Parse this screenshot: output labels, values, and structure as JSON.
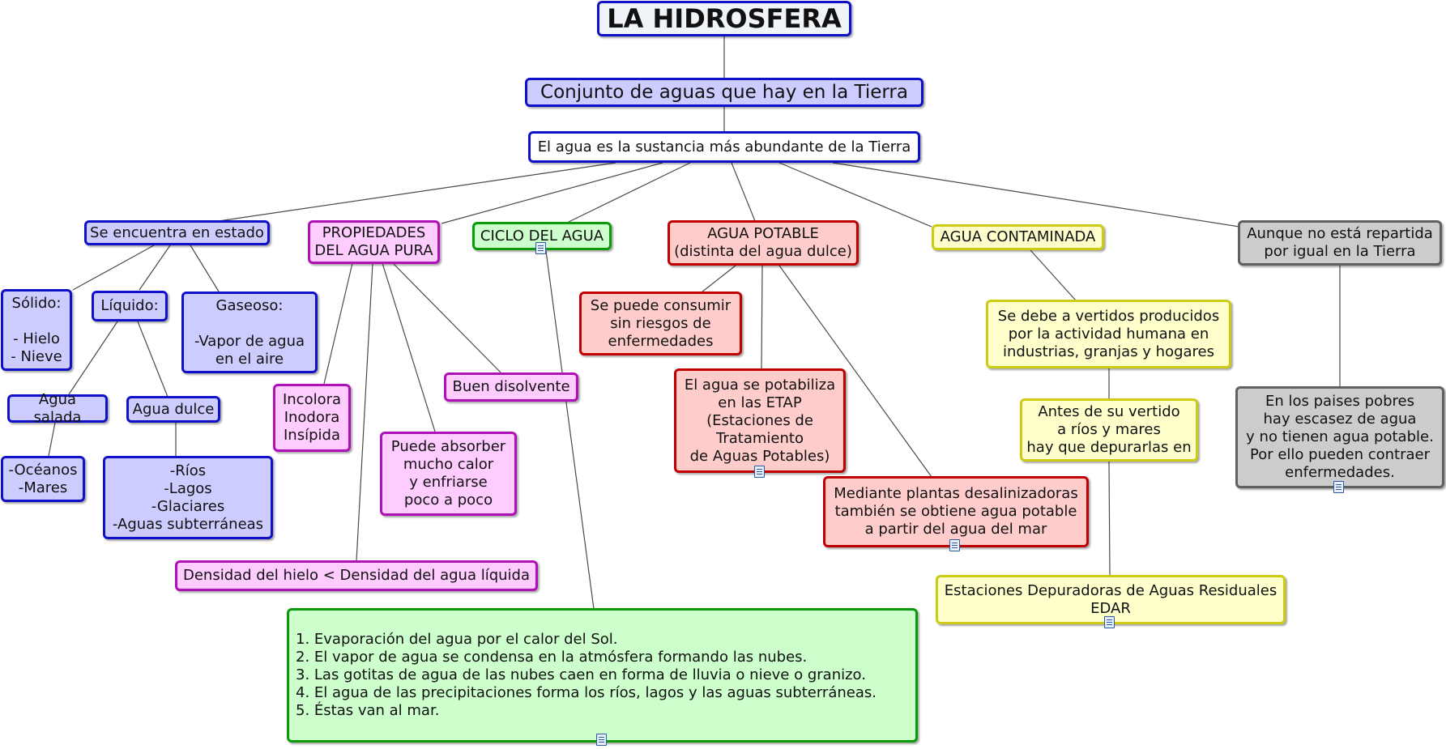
{
  "title": "LA HIDROSFERA",
  "nodes": {
    "conjunto": "Conjunto de aguas que hay en la Tierra",
    "sustancia": "El agua es la sustancia más abundante de la Tierra",
    "estado": "Se encuentra en estado",
    "solido": "Sólido:\n\n- Hielo\n- Nieve",
    "liquido": "Líquido:",
    "gaseoso": "Gaseoso:\n\n-Vapor de agua\nen el aire",
    "agua_salada": "Agua salada",
    "agua_dulce": "Agua dulce",
    "oceanos": "-Océanos\n-Mares",
    "rios": "-Ríos\n-Lagos\n-Glaciares\n-Aguas subterráneas",
    "propiedades": "PROPIEDADES\nDEL AGUA PURA",
    "incolora": "Incolora\nInodora\nInsípida",
    "absorber": "Puede absorber\nmucho calor\ny enfriarse\npoco a poco",
    "disolvente": "Buen disolvente",
    "densidad": "Densidad del hielo < Densidad del agua líquida",
    "ciclo": "CICLO DEL AGUA",
    "ciclo_pasos": "1. Evaporación del agua por el calor del Sol.\n2. El vapor de agua se condensa en la atmósfera formando las nubes.\n3. Las gotitas de agua de las nubes caen en forma de lluvia o nieve o granizo.\n4. El agua de las precipitaciones forma los ríos, lagos y las aguas subterráneas.\n5. Éstas van al mar.",
    "potable": "AGUA POTABLE\n(distinta del agua dulce)",
    "consumir": "Se puede consumir\nsin riesgos de\nenfermedades",
    "etap": "El agua se potabiliza\nen las ETAP\n(Estaciones de\nTratamiento\nde Aguas Potables)",
    "desalinizadoras": "Mediante plantas desalinizadoras\ntambién se obtiene agua potable\na partir del agua del mar",
    "contaminada": "AGUA CONTAMINADA",
    "vertidos": "Se debe a vertidos producidos\npor la actividad humana en\nindustrias, granjas y hogares",
    "depurarlas": "Antes de su vertido\na ríos y mares\nhay que depurarlas en",
    "edar": "Estaciones Depuradoras de Aguas Residuales\nEDAR",
    "repartida": "Aunque no está repartida\npor igual en la Tierra",
    "escasez": "En los paises pobres\nhay escasez de agua\ny no tienen agua potable.\nPor ello pueden contraer\nenfermedades."
  },
  "colors": {
    "blue_fill": "#ccccff",
    "blue_border": "#1010c8",
    "pink_fill": "#ffccff",
    "pink_border": "#b010b8",
    "green_fill": "#ccffcc",
    "green_border": "#0a9a0a",
    "red_fill": "#ffcccc",
    "red_border": "#c00000",
    "yellow_fill": "#ffffcc",
    "yellow_border": "#cccc14",
    "gray_fill": "#cccccc",
    "gray_border": "#606060"
  }
}
